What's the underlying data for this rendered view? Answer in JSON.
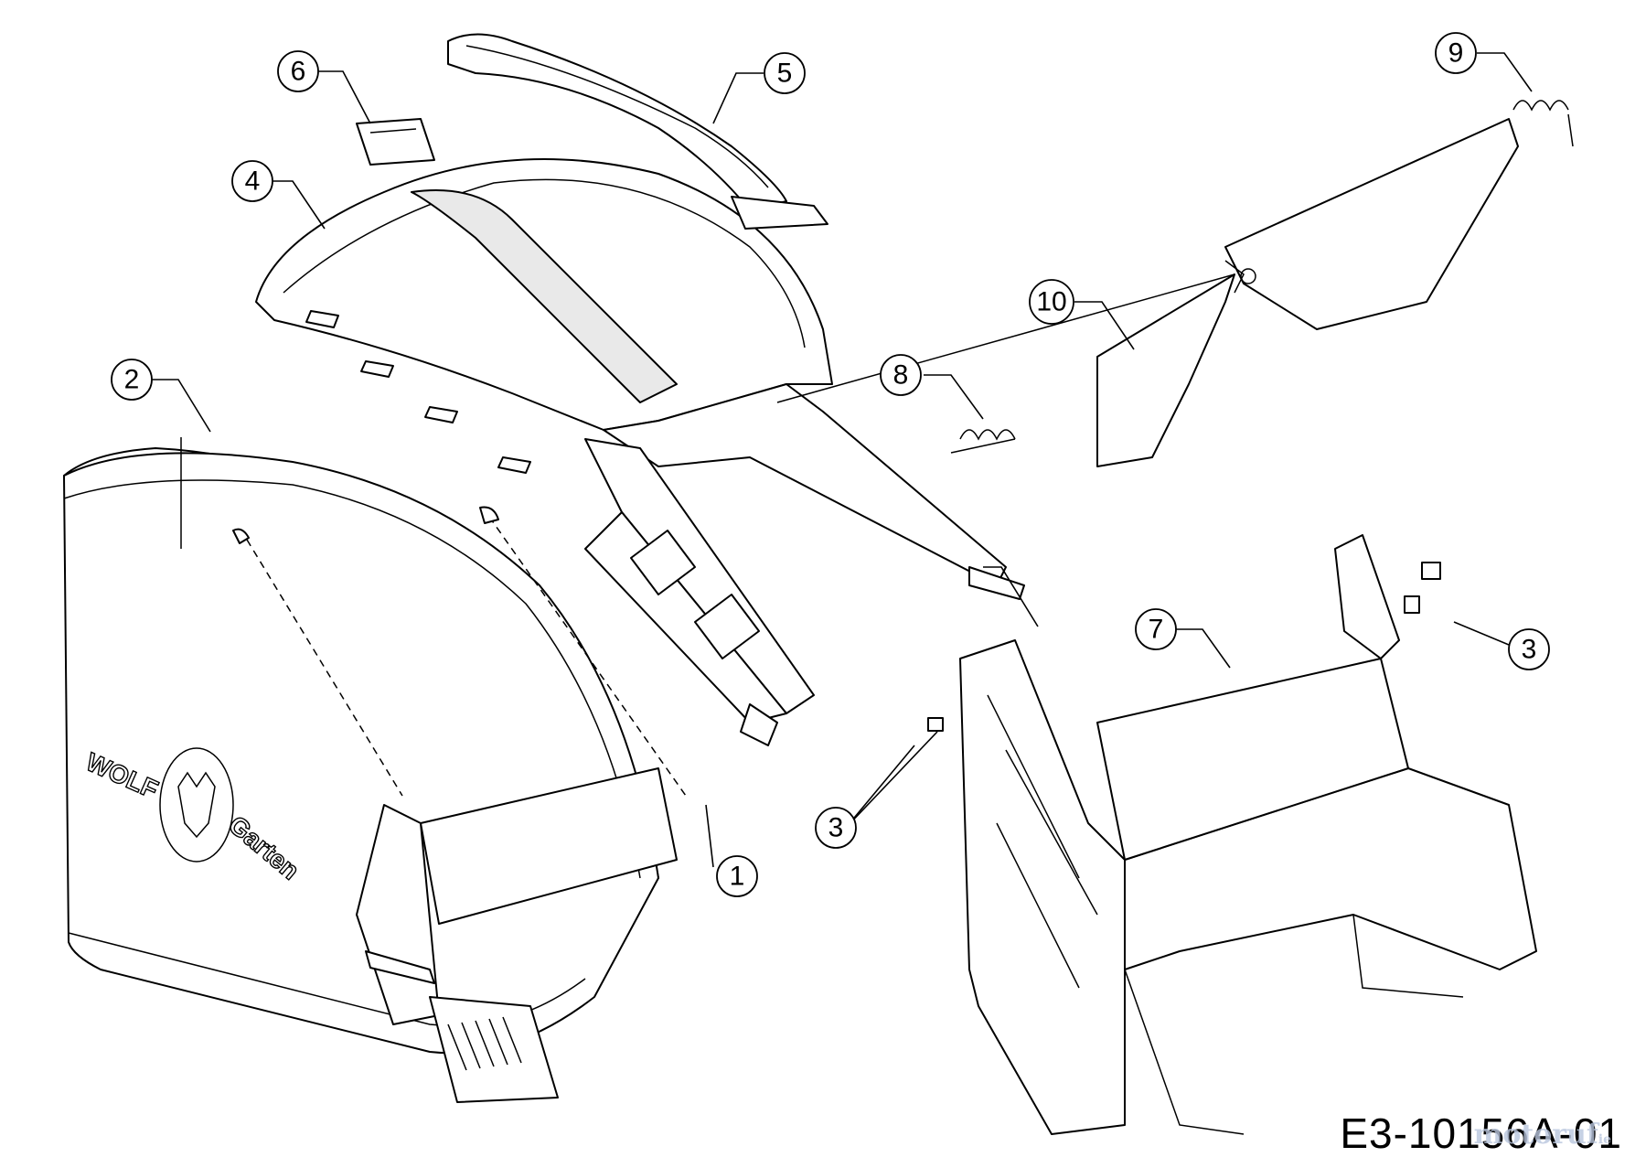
{
  "diagram": {
    "code": "E3-10156A-01",
    "watermark": "motoruf",
    "watermark_tld": "ie",
    "logo_text_top": "WOLF",
    "logo_text_bottom": "Garten",
    "callouts": [
      {
        "id": "1",
        "label": "1"
      },
      {
        "id": "2",
        "label": "2"
      },
      {
        "id": "3a",
        "label": "3"
      },
      {
        "id": "3b",
        "label": "3"
      },
      {
        "id": "4",
        "label": "4"
      },
      {
        "id": "5",
        "label": "5"
      },
      {
        "id": "6",
        "label": "6"
      },
      {
        "id": "7",
        "label": "7"
      },
      {
        "id": "8",
        "label": "8"
      },
      {
        "id": "9",
        "label": "9"
      },
      {
        "id": "10",
        "label": "10"
      }
    ]
  }
}
